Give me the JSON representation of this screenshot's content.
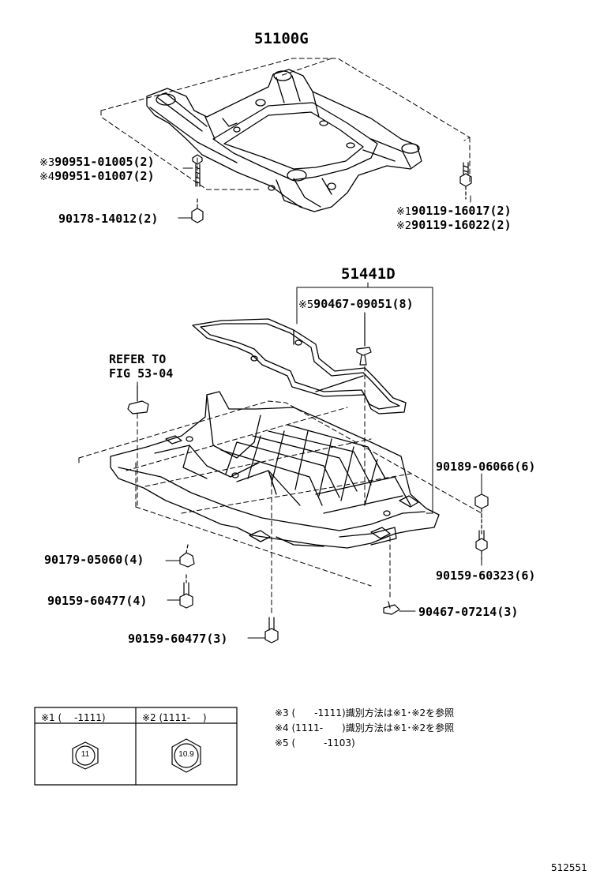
{
  "groups": {
    "crossmember": {
      "part_no": "51100G",
      "fasteners": [
        {
          "mark": "※3",
          "part": "90951-01005",
          "qty": "(2)"
        },
        {
          "mark": "※4",
          "part": "90951-01007",
          "qty": "(2)"
        },
        {
          "mark": "",
          "part": "90178-14012",
          "qty": "(2)"
        },
        {
          "mark": "※1",
          "part": "90119-16017",
          "qty": "(2)"
        },
        {
          "mark": "※2",
          "part": "90119-16022",
          "qty": "(2)"
        }
      ]
    },
    "under_cover": {
      "part_no": "51441D",
      "fasteners": [
        {
          "mark": "※5",
          "part": "90467-09051",
          "qty": "(8)"
        },
        {
          "mark": "",
          "part": "90189-06066",
          "qty": "(6)"
        },
        {
          "mark": "",
          "part": "90159-60323",
          "qty": "(6)"
        },
        {
          "mark": "",
          "part": "90179-05060",
          "qty": "(4)"
        },
        {
          "mark": "",
          "part": "90159-60477",
          "qty": "(4)"
        },
        {
          "mark": "",
          "part": "90467-07214",
          "qty": "(3)"
        },
        {
          "mark": "",
          "part": "90159-60477",
          "qty": "(3)"
        }
      ],
      "reference": {
        "line1": "REFER TO",
        "line2": "FIG 53-04"
      }
    }
  },
  "legend_table": {
    "headers": [
      "※1 (　 -1111)",
      "※2 (1111-　 )"
    ],
    "bolt_marks": [
      "11",
      "10.9"
    ]
  },
  "notes": [
    "※3 (　　-1111)識別方法は※1･※2を参照",
    "※4 (1111-　　)識別方法は※1･※2を参照",
    "※5 (　　　-1103)"
  ],
  "diagram_id": "512551"
}
